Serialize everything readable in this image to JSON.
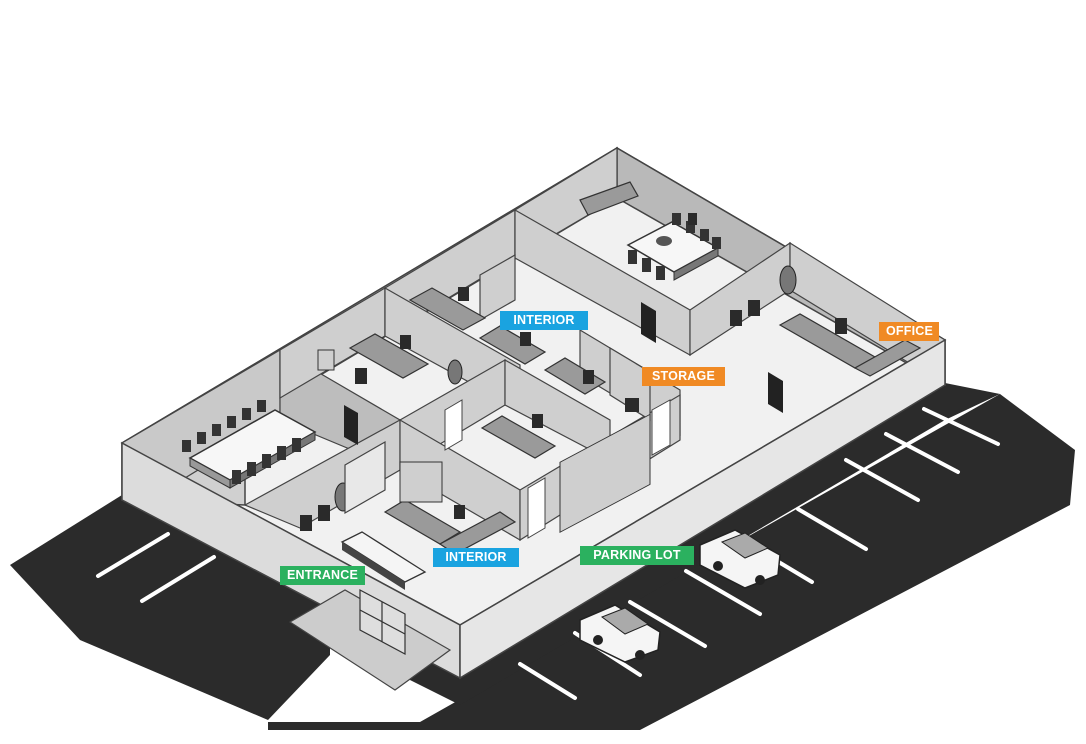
{
  "colors": {
    "interior": "#1aa3e0",
    "office": "#f08a24",
    "storage": "#f08a24",
    "parking": "#2bb15f",
    "entrance": "#2bb15f",
    "asphalt": "#2b2b2b",
    "wall": "#d6d6d6",
    "floor": "#f1f1f1"
  },
  "labels": {
    "interior_top": "INTERIOR",
    "office": "OFFICE",
    "storage": "STORAGE",
    "interior_bottom": "INTERIOR",
    "parking_lot": "PARKING LOT",
    "entrance": "ENTRANCE"
  }
}
